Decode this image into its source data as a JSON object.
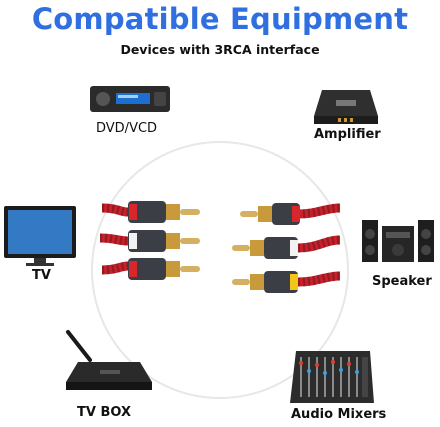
{
  "title": "Compatible Equipment",
  "subtitle": "Devices with 3RCA interface",
  "devices": {
    "dvd": "DVD/VCD",
    "amplifier": "Amplifier",
    "tv": "TV",
    "speaker": "Speaker",
    "tvbox": "TV BOX",
    "mixer": "Audio Mixers"
  },
  "colors": {
    "title": "#2f6fe0",
    "cable_red": "#c8202a",
    "plug_red": "#d8262c",
    "plug_white": "#f2f2f2",
    "plug_yellow": "#f2c51a",
    "gold": "#c99a3b"
  }
}
